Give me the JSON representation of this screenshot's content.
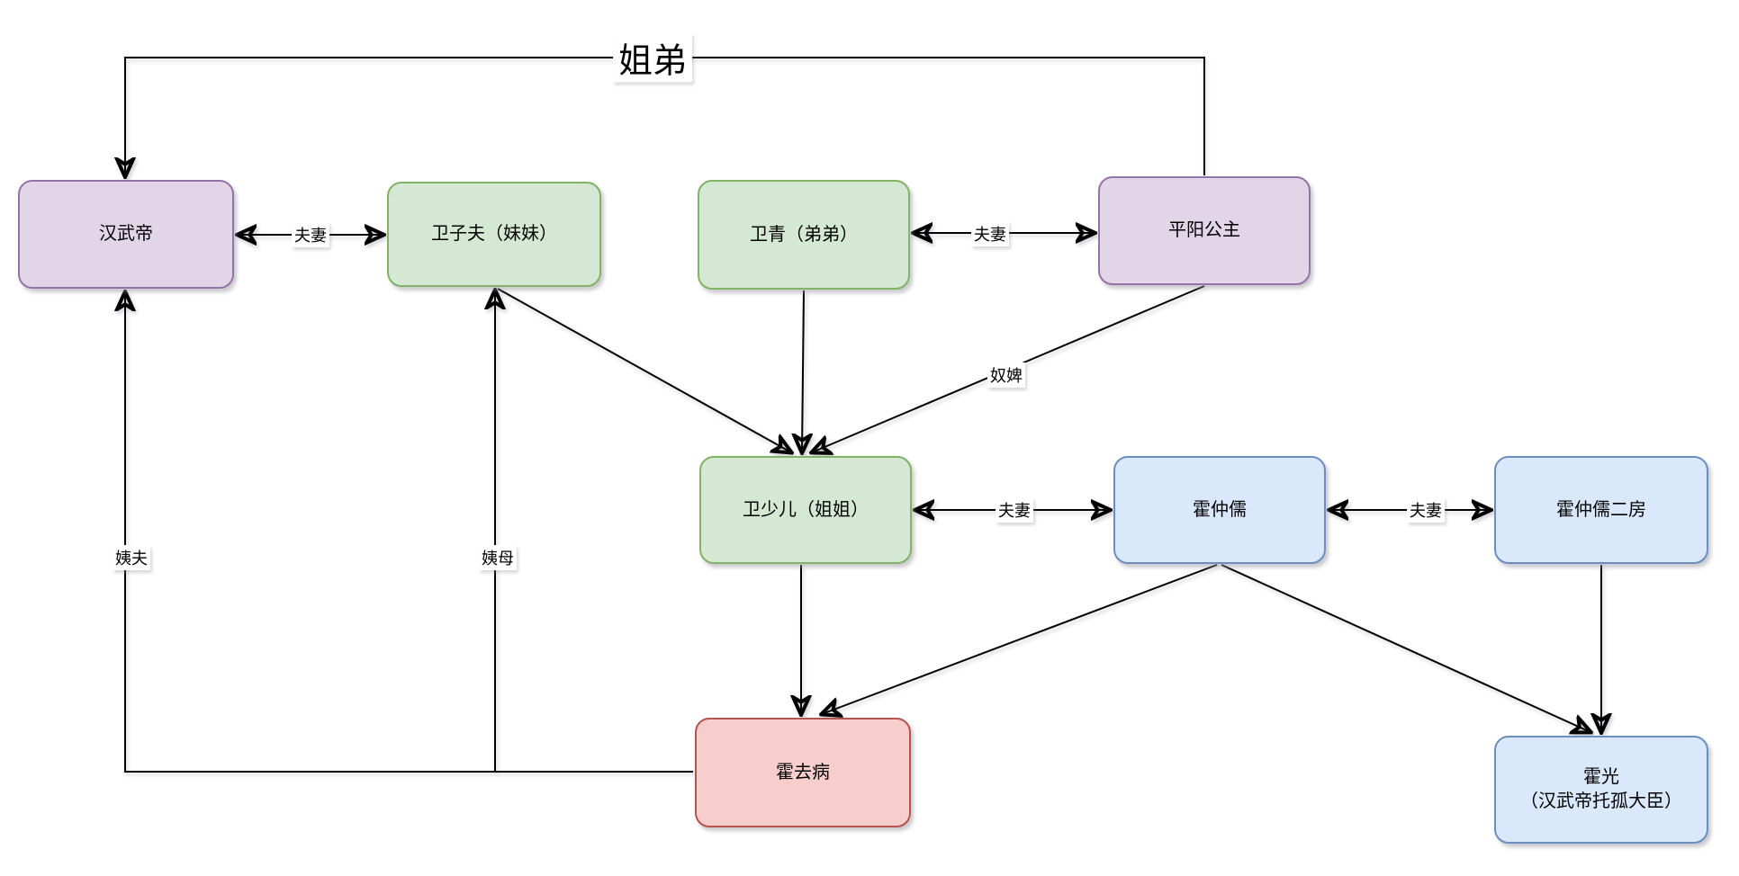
{
  "diagram": {
    "type": "family-relationship-diagram",
    "background": "#ffffff",
    "colors": {
      "purple_fill": "#e1d5e7",
      "purple_border": "#9673a6",
      "green_fill": "#d5e8d4",
      "green_border": "#82b366",
      "blue_fill": "#dae8fc",
      "blue_border": "#6c8ebf",
      "red_fill": "#f8cecc",
      "red_border": "#b85450",
      "edge_stroke": "#000000"
    },
    "nodes": {
      "hanwudi": {
        "label": "汉武帝",
        "color": "purple"
      },
      "weizifu": {
        "label": "卫子夫（妹妹）",
        "color": "green"
      },
      "weiqing": {
        "label": "卫青（弟弟）",
        "color": "green"
      },
      "pingyang": {
        "label": "平阳公主",
        "color": "purple"
      },
      "weishaoer": {
        "label": "卫少儿（姐姐）",
        "color": "green"
      },
      "huozhongru": {
        "label": "霍仲儒",
        "color": "blue"
      },
      "erfang": {
        "label": "霍仲儒二房",
        "color": "blue"
      },
      "huoqubing": {
        "label": "霍去病",
        "color": "red"
      },
      "huoguang": {
        "label": "霍光\n（汉武帝托孤大臣）",
        "color": "blue"
      }
    },
    "edges": [
      {
        "from": "pingyang",
        "to": "hanwudi",
        "label": "姐弟",
        "type": "arrow"
      },
      {
        "from": "hanwudi",
        "to": "weizifu",
        "label": "夫妻",
        "type": "double-arrow"
      },
      {
        "from": "weiqing",
        "to": "pingyang",
        "label": "夫妻",
        "type": "double-arrow"
      },
      {
        "from": "weizifu",
        "to": "weishaoer",
        "label": "",
        "type": "arrow"
      },
      {
        "from": "weiqing",
        "to": "weishaoer",
        "label": "",
        "type": "arrow"
      },
      {
        "from": "pingyang",
        "to": "weishaoer",
        "label": "奴婢",
        "type": "arrow"
      },
      {
        "from": "weishaoer",
        "to": "huozhongru",
        "label": "夫妻",
        "type": "double-arrow"
      },
      {
        "from": "huozhongru",
        "to": "erfang",
        "label": "夫妻",
        "type": "double-arrow"
      },
      {
        "from": "weishaoer",
        "to": "huoqubing",
        "label": "",
        "type": "arrow"
      },
      {
        "from": "huozhongru",
        "to": "huoqubing",
        "label": "",
        "type": "arrow"
      },
      {
        "from": "huozhongru",
        "to": "huoguang",
        "label": "",
        "type": "arrow"
      },
      {
        "from": "erfang",
        "to": "huoguang",
        "label": "",
        "type": "arrow"
      },
      {
        "from": "huoqubing",
        "to": "hanwudi",
        "label": "姨夫",
        "type": "arrow"
      },
      {
        "from": "huoqubing",
        "to": "weizifu",
        "label": "姨母",
        "type": "arrow"
      }
    ]
  }
}
